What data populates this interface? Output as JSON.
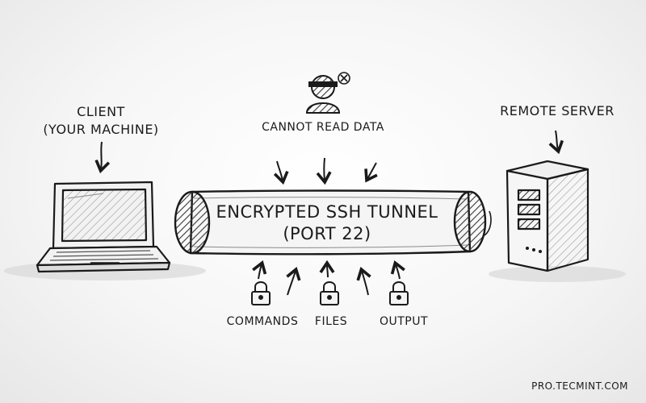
{
  "client": {
    "line1": "CLIENT",
    "line2": "(YOUR MACHINE)"
  },
  "server": {
    "title": "REMOTE SERVER"
  },
  "attacker": {
    "label": "CANNOT READ DATA"
  },
  "tunnel": {
    "line1": "ENCRYPTED SSH TUNNEL",
    "line2": "(PORT 22)"
  },
  "traffic": {
    "items": [
      "COMMANDS",
      "FILES",
      "OUTPUT"
    ]
  },
  "watermark": "PRO.TECMINT.COM",
  "colors": {
    "ink": "#1a1a1a",
    "shade": "#6b6b6b",
    "paper": "#f4f4f4"
  }
}
